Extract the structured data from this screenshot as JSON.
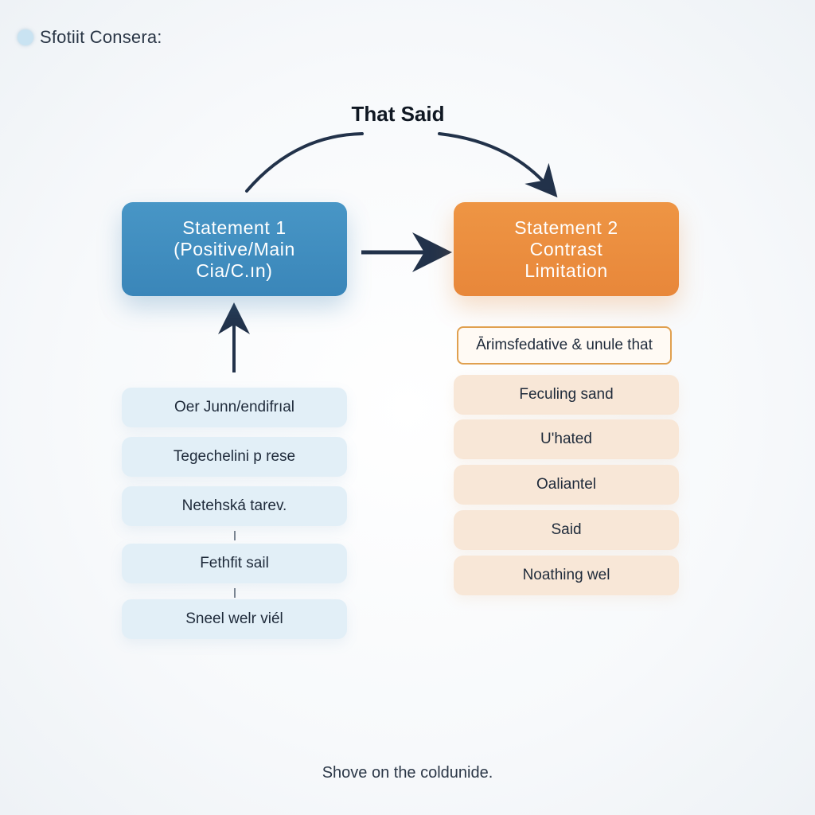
{
  "header": {
    "title": "Sfotiit Consera:"
  },
  "connector": {
    "label": "That Said"
  },
  "statement1": {
    "text": "Statement 1\n(Positive/Main\nCia/C.ın)"
  },
  "statement2": {
    "text": "Statement 2\nContrast\nLimitation"
  },
  "left_items": [
    "Oer Junn/endifrıal",
    "Tegechelini p rese",
    "Netehská tarev.",
    "Fethfit sail",
    "Sneel welr viél"
  ],
  "right_items": [
    "Ārimsfedative & unule that",
    "Feculing sand",
    "U'hated",
    "Oaliantel",
    "Said",
    "Noathing wel"
  ],
  "footer": {
    "text": "Shove on the coldunide."
  },
  "colors": {
    "statement1": "#3a86b9",
    "statement2": "#e8873a",
    "arrow": "#22324a",
    "left_item_bg": "#e2eff7",
    "right_item_bg": "#f8e7d7",
    "right_item_outline": "#e0a04f"
  }
}
